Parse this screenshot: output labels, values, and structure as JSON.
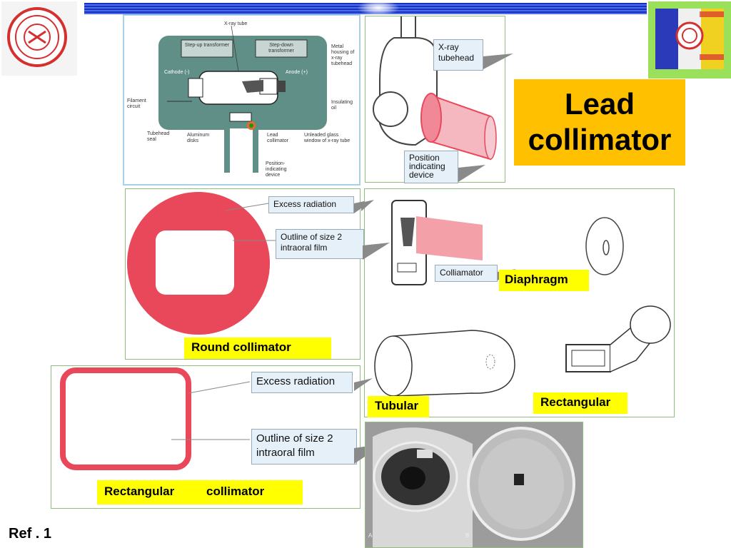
{
  "title": {
    "line1": "Lead",
    "line2": "collimator"
  },
  "ref": "Ref . 1",
  "tubehead_diagram": {
    "xray_tube": "X-ray tube",
    "step_up": "Step-up transformer",
    "step_down": "Step-down transformer",
    "metal_housing": "Metal housing of x-ray tubehead",
    "cathode": "Cathode (-)",
    "anode": "Anode (+)",
    "filament": "Filament circuit",
    "insulating_oil": "Insulating oil",
    "tubehead_seal": "Tubehead seal",
    "aluminum_disks": "Aluminum disks",
    "lead_collimator": "Lead collimator",
    "unleaded_glass": "Unleaded glass window of x-ray tube",
    "pid": "Position-indicating device"
  },
  "tubehead_photo": {
    "xray_tubehead": "X-ray tubehead",
    "pid": "Position indicating device"
  },
  "round": {
    "excess": "Excess radiation",
    "outline": "Outline of size 2 intraoral film",
    "label": "Round collimator"
  },
  "types": {
    "colliamator": "Colliamator",
    "diaphragm": "Diaphragm",
    "tubular": "Tubular",
    "rectangular": "Rectangular"
  },
  "rect": {
    "excess": "Excess radiation",
    "outline": "Outline of size 2 intraoral film",
    "label_a": "Rectangular",
    "label_b": "collimator"
  },
  "photo": {
    "a": "A",
    "b": "B"
  },
  "colors": {
    "accent_red": "#e8485a",
    "title_bg": "#ffc000",
    "label_bg": "#ffff00"
  }
}
